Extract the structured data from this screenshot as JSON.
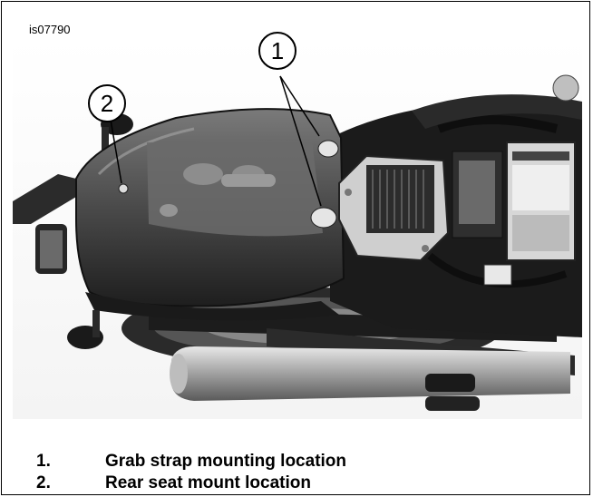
{
  "figure": {
    "id": "is07790"
  },
  "callouts": [
    {
      "number": "1"
    },
    {
      "number": "2"
    }
  ],
  "legend": [
    {
      "number": "1.",
      "text": "Grab strap mounting location"
    },
    {
      "number": "2.",
      "text": "Rear seat mount location"
    }
  ]
}
